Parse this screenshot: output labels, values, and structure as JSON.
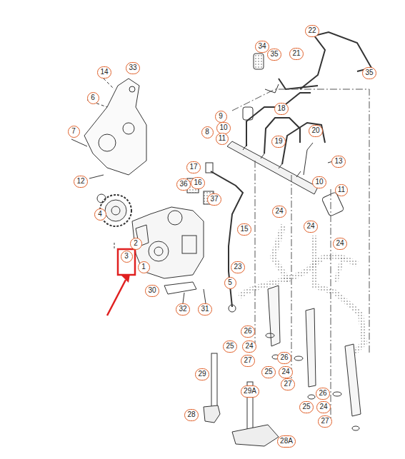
{
  "diagram": {
    "labels": [
      "22",
      "34",
      "35",
      "21",
      "35",
      "14",
      "33",
      "6",
      "9",
      "18",
      "10",
      "8",
      "11",
      "7",
      "20",
      "19",
      "13",
      "17",
      "12",
      "36",
      "16",
      "10",
      "11",
      "37",
      "4",
      "24",
      "24",
      "15",
      "2",
      "24",
      "3",
      "1",
      "23",
      "5",
      "30",
      "32",
      "31",
      "26",
      "25",
      "24",
      "27",
      "26",
      "29",
      "25",
      "24",
      "29A",
      "27",
      "26",
      "25",
      "24",
      "28",
      "27",
      "28A"
    ]
  }
}
